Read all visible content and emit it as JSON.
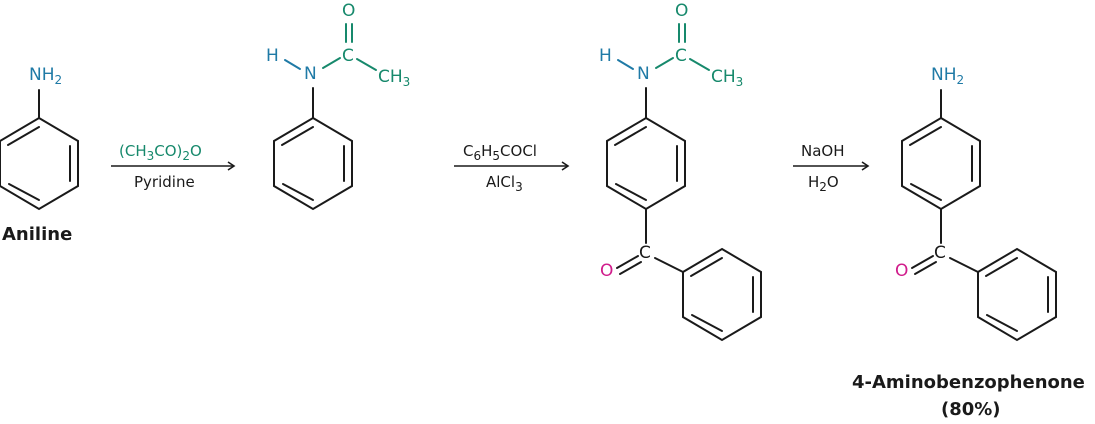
{
  "colors": {
    "amine": "#1f7aa6",
    "acetyl": "#17896c",
    "carbonyl_o": "#d01c8b",
    "bond": "#1a1a1a"
  },
  "molecules": {
    "aniline": {
      "group": "NH",
      "sub": "2",
      "name": "Aniline"
    },
    "acetanilide": {
      "h": "H",
      "n": "N",
      "c": "C",
      "o": "O",
      "ch": "CH",
      "ch_sub": "3"
    },
    "acyl_product": {
      "h": "H",
      "n": "N",
      "c": "C",
      "o": "O",
      "ch": "CH",
      "ch_sub": "3",
      "ketone_c": "C",
      "ketone_o": "O"
    },
    "product": {
      "group": "NH",
      "sub": "2",
      "ketone_c": "C",
      "ketone_o": "O",
      "name": "4-Aminobenzophenone",
      "yield": "(80%)"
    }
  },
  "steps": [
    {
      "above_a": "(CH",
      "above_sub1": "3",
      "above_b": "CO)",
      "above_sub2": "2",
      "above_c": "O",
      "below": "Pyridine"
    },
    {
      "above_a": "C",
      "above_sub1": "6",
      "above_b": "H",
      "above_sub2": "5",
      "above_c": "COCl",
      "below_a": "AlCl",
      "below_sub": "3"
    },
    {
      "above": "NaOH",
      "below_a": "H",
      "below_sub": "2",
      "below_b": "O"
    }
  ]
}
